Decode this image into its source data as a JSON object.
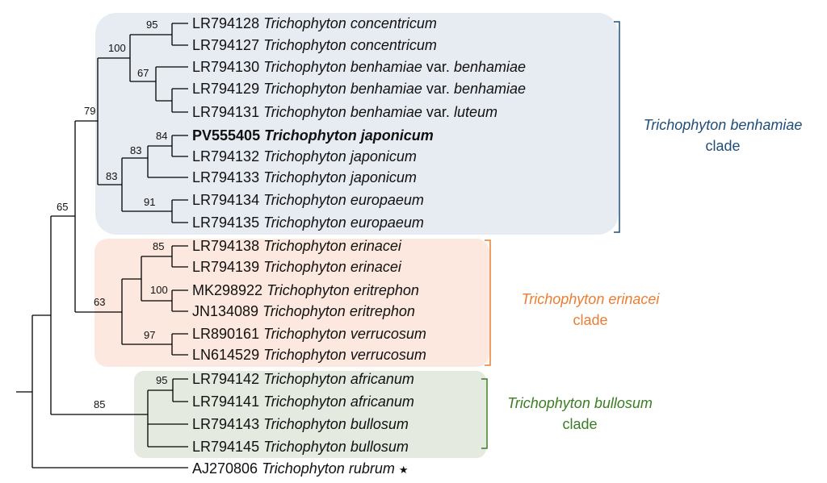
{
  "clades": [
    {
      "key": "benhamiae",
      "genus": "Trichophyton",
      "epithet": "benhamiae",
      "suffix": "clade",
      "box_color": "#e7ebf2",
      "line_color": "#1f4e79"
    },
    {
      "key": "erinacei",
      "genus": "Trichophyton",
      "epithet": "erinacei",
      "suffix": "clade",
      "box_color": "#fce8de",
      "line_color": "#ed7d31"
    },
    {
      "key": "bullosum",
      "genus": "Trichophyton",
      "epithet": "bullosum",
      "suffix": "clade",
      "box_color": "#e4eadf",
      "line_color": "#3a7d22"
    }
  ],
  "taxa": [
    {
      "acc": "LR794128",
      "genus": "Trichophyton",
      "species": "concentricum",
      "var": "",
      "var_name": "",
      "bold": false
    },
    {
      "acc": "LR794127",
      "genus": "Trichophyton",
      "species": "concentricum",
      "var": "",
      "var_name": "",
      "bold": false
    },
    {
      "acc": "LR794130",
      "genus": "Trichophyton",
      "species": "benhamiae",
      "var": "var.",
      "var_name": "benhamiae",
      "bold": false
    },
    {
      "acc": "LR794129",
      "genus": "Trichophyton",
      "species": "benhamiae",
      "var": "var.",
      "var_name": "benhamiae",
      "bold": false
    },
    {
      "acc": "LR794131",
      "genus": "Trichophyton",
      "species": "benhamiae",
      "var": "var.",
      "var_name": "luteum",
      "bold": false
    },
    {
      "acc": "PV555405",
      "genus": "Trichophyton",
      "species": "japonicum",
      "var": "",
      "var_name": "",
      "bold": true
    },
    {
      "acc": "LR794132",
      "genus": "Trichophyton",
      "species": "japonicum",
      "var": "",
      "var_name": "",
      "bold": false
    },
    {
      "acc": "LR794133",
      "genus": "Trichophyton",
      "species": "japonicum",
      "var": "",
      "var_name": "",
      "bold": false
    },
    {
      "acc": "LR794134",
      "genus": "Trichophyton",
      "species": "europaeum",
      "var": "",
      "var_name": "",
      "bold": false
    },
    {
      "acc": "LR794135",
      "genus": "Trichophyton",
      "species": "europaeum",
      "var": "",
      "var_name": "",
      "bold": false
    },
    {
      "acc": "LR794138",
      "genus": "Trichophyton",
      "species": "erinacei",
      "var": "",
      "var_name": "",
      "bold": false
    },
    {
      "acc": "LR794139",
      "genus": "Trichophyton",
      "species": "erinacei",
      "var": "",
      "var_name": "",
      "bold": false
    },
    {
      "acc": "MK298922",
      "genus": "Trichophyton",
      "species": "eritrephon",
      "var": "",
      "var_name": "",
      "bold": false
    },
    {
      "acc": "JN134089",
      "genus": "Trichophyton",
      "species": "eritrephon",
      "var": "",
      "var_name": "",
      "bold": false
    },
    {
      "acc": "LR890161",
      "genus": "Trichophyton",
      "species": "verrucosum",
      "var": "",
      "var_name": "",
      "bold": false
    },
    {
      "acc": "LN614529",
      "genus": "Trichophyton",
      "species": "verrucosum",
      "var": "",
      "var_name": "",
      "bold": false
    },
    {
      "acc": "LR794142",
      "genus": "Trichophyton",
      "species": "africanum",
      "var": "",
      "var_name": "",
      "bold": false
    },
    {
      "acc": "LR794141",
      "genus": "Trichophyton",
      "species": "africanum",
      "var": "",
      "var_name": "",
      "bold": false
    },
    {
      "acc": "LR794143",
      "genus": "Trichophyton",
      "species": "bullosum",
      "var": "",
      "var_name": "",
      "bold": false
    },
    {
      "acc": "LR794145",
      "genus": "Trichophyton",
      "species": "bullosum",
      "var": "",
      "var_name": "",
      "bold": false
    }
  ],
  "outgroup": {
    "acc": "AJ270806",
    "genus": "Trichophyton",
    "species": "rubrum",
    "mark": "★"
  },
  "bootstrap": {
    "concentricum": "95",
    "benhamiae_var": "67",
    "concentricum_benhamiae": "100",
    "japonicum_pair": "84",
    "japonicum": "83",
    "europaeum": "91",
    "japonicum_europaeum": "83",
    "benhamiae_clade": "79",
    "ingroup": "65",
    "erinacei": "85",
    "eritrephon": "100",
    "verrucosum": "97",
    "erinacei_clade": "63",
    "africanum": "95",
    "bullosum_clade": "85"
  }
}
